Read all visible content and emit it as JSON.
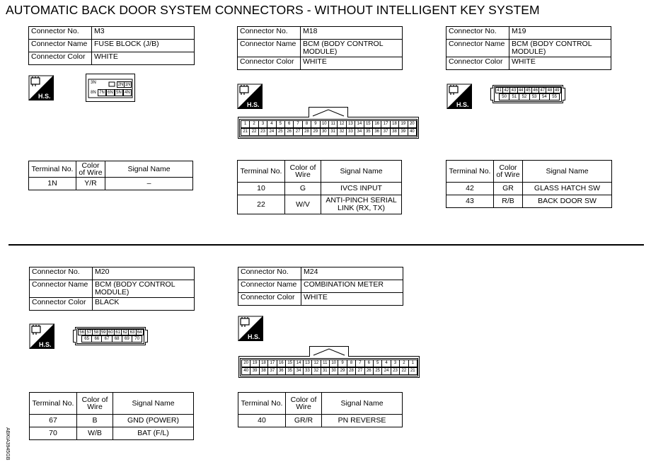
{
  "title": "AUTOMATIC BACK DOOR SYSTEM CONNECTORS - WITHOUT INTELLIGENT KEY SYSTEM",
  "labels": {
    "connector_no": "Connector No.",
    "connector_name": "Connector Name",
    "connector_color": "Connector Color",
    "terminal_no": "Terminal No.",
    "color_of_wire": "Color of Wire",
    "signal_name": "Signal Name",
    "hs": "H.S."
  },
  "connectors": {
    "m3": {
      "no": "M3",
      "name": "FUSE BLOCK (J/B)",
      "color": "WHITE",
      "pins": [
        "3N",
        "2N",
        "1N",
        "8N",
        "7N",
        "6N",
        "5N",
        "4N"
      ],
      "terminals": [
        {
          "no": "1N",
          "wire": "Y/R",
          "signal": "–"
        }
      ]
    },
    "m18": {
      "no": "M18",
      "name": "BCM (BODY CONTROL MODULE)",
      "color": "WHITE",
      "pins_top": [
        "1",
        "2",
        "3",
        "4",
        "5",
        "6",
        "7",
        "8",
        "9",
        "10",
        "11",
        "12",
        "13",
        "14",
        "15",
        "16",
        "17",
        "18",
        "19",
        "20"
      ],
      "pins_bottom": [
        "21",
        "22",
        "23",
        "24",
        "25",
        "26",
        "27",
        "28",
        "29",
        "30",
        "31",
        "32",
        "33",
        "34",
        "35",
        "36",
        "37",
        "38",
        "39",
        "40"
      ],
      "terminals": [
        {
          "no": "10",
          "wire": "G",
          "signal": "IVCS INPUT"
        },
        {
          "no": "22",
          "wire": "W/V",
          "signal": "ANTI-PINCH SERIAL LINK (RX, TX)"
        }
      ]
    },
    "m19": {
      "no": "M19",
      "name": "BCM (BODY CONTROL MODULE)",
      "color": "WHITE",
      "pins_top": [
        "41",
        "42",
        "43",
        "44",
        "45",
        "46",
        "47",
        "48",
        "49"
      ],
      "pins_bottom": [
        "50",
        "51",
        "52",
        "53",
        "54",
        "55"
      ],
      "terminals": [
        {
          "no": "42",
          "wire": "GR",
          "signal": "GLASS HATCH SW"
        },
        {
          "no": "43",
          "wire": "R/B",
          "signal": "BACK DOOR SW"
        }
      ]
    },
    "m20": {
      "no": "M20",
      "name": "BCM (BODY CONTROL MODULE)",
      "color": "BLACK",
      "pins_top": [
        "56",
        "57",
        "58",
        "59",
        "60",
        "61",
        "62",
        "63",
        "64"
      ],
      "pins_bottom": [
        "65",
        "66",
        "67",
        "68",
        "69",
        "70"
      ],
      "terminals": [
        {
          "no": "67",
          "wire": "B",
          "signal": "GND (POWER)"
        },
        {
          "no": "70",
          "wire": "W/B",
          "signal": "BAT (F/L)"
        }
      ]
    },
    "m24": {
      "no": "M24",
      "name": "COMBINATION METER",
      "color": "WHITE",
      "pins_top": [
        "20",
        "19",
        "18",
        "17",
        "16",
        "15",
        "14",
        "13",
        "12",
        "11",
        "10",
        "9",
        "8",
        "7",
        "6",
        "5",
        "4",
        "3",
        "2",
        "1"
      ],
      "pins_bottom": [
        "40",
        "39",
        "38",
        "37",
        "36",
        "35",
        "34",
        "33",
        "32",
        "31",
        "30",
        "29",
        "28",
        "27",
        "26",
        "25",
        "24",
        "23",
        "22",
        "21"
      ],
      "terminals": [
        {
          "no": "40",
          "wire": "GR/R",
          "signal": "PN REVERSE"
        }
      ]
    }
  },
  "figure_code": "ABKIA3945GB"
}
